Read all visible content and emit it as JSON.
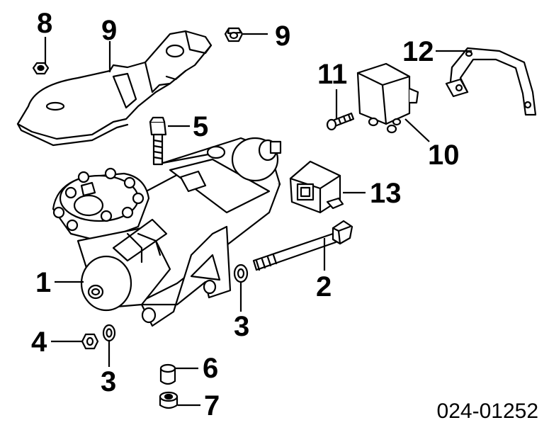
{
  "diagram": {
    "reference_code": "024-01252",
    "callouts": [
      {
        "id": "c1",
        "label": "1"
      },
      {
        "id": "c2",
        "label": "2"
      },
      {
        "id": "c3a",
        "label": "3"
      },
      {
        "id": "c3b",
        "label": "3"
      },
      {
        "id": "c4",
        "label": "4"
      },
      {
        "id": "c5",
        "label": "5"
      },
      {
        "id": "c6",
        "label": "6"
      },
      {
        "id": "c7",
        "label": "7"
      },
      {
        "id": "c8",
        "label": "8"
      },
      {
        "id": "c9a",
        "label": "9"
      },
      {
        "id": "c9b",
        "label": "9"
      },
      {
        "id": "c10",
        "label": "10"
      },
      {
        "id": "c11",
        "label": "11"
      },
      {
        "id": "c12",
        "label": "12"
      },
      {
        "id": "c13",
        "label": "13"
      }
    ]
  }
}
